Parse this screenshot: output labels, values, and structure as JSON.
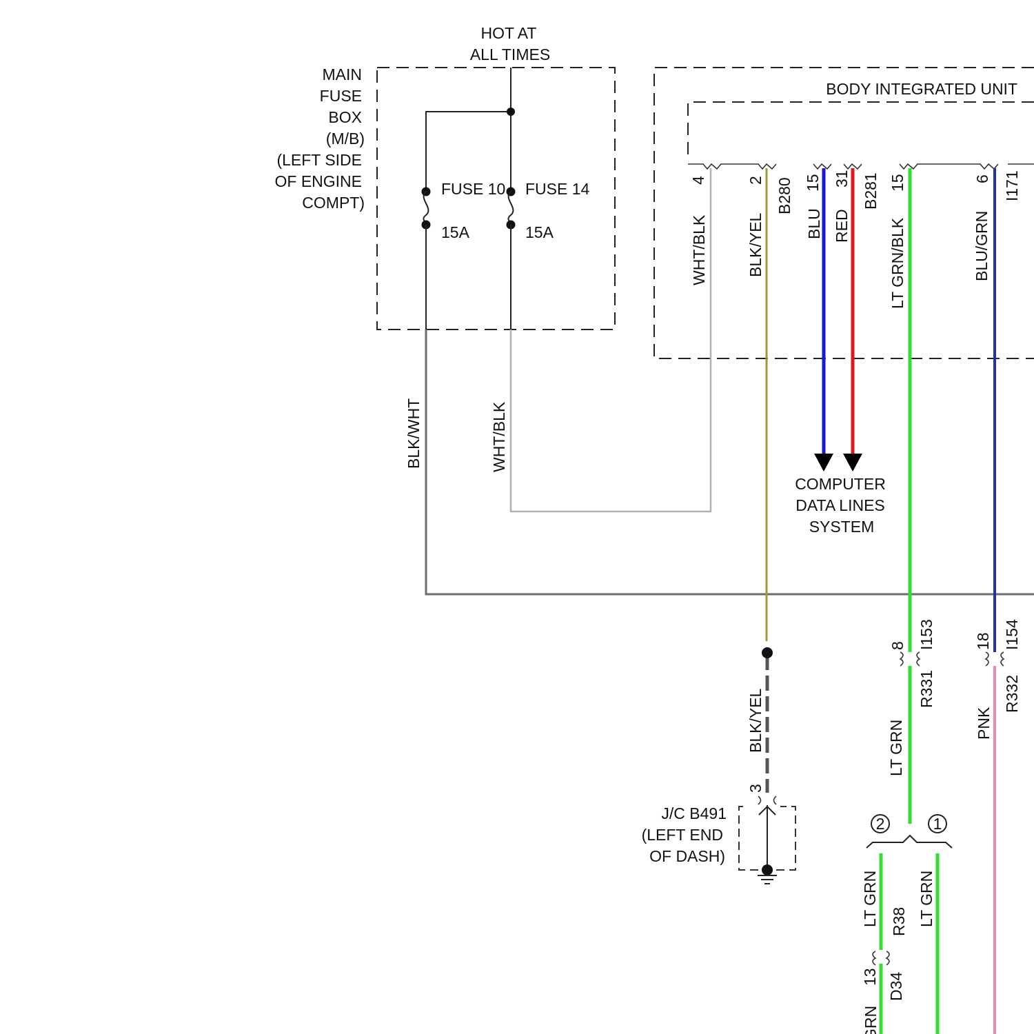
{
  "header": {
    "hot_line1": "HOT AT",
    "hot_line2": "ALL TIMES"
  },
  "fuse_box": {
    "label": [
      "MAIN",
      "FUSE",
      "BOX",
      "(M/B)",
      "(LEFT SIDE",
      "OF ENGINE",
      "COMPT)"
    ],
    "fuse_left": {
      "name": "FUSE 10",
      "rating": "15A"
    },
    "fuse_right": {
      "name": "FUSE 14",
      "rating": "15A"
    }
  },
  "body_unit": {
    "title": "BODY INTEGRATED UNIT"
  },
  "pins": {
    "p4": "4",
    "p2": "2",
    "b280": "B280",
    "p15a": "15",
    "p31": "31",
    "b281": "B281",
    "p15b": "15",
    "p6": "6",
    "i171": "I171"
  },
  "wires": {
    "blk_wht": "BLK/WHT",
    "wht_blk_fuse": "WHT/BLK",
    "wht_blk_unit": "WHT/BLK",
    "blk_yel_top": "BLK/YEL",
    "blu": "BLU",
    "red": "RED",
    "lt_grn_blk": "LT GRN/BLK",
    "blu_grn": "BLU/GRN",
    "blk_yel_bottom": "BLK/YEL",
    "lt_grn_main": "LT GRN",
    "pnk": "PNK",
    "lt_grn_left": "LT GRN",
    "lt_grn_right": "LT GRN",
    "grn_cut": "GRN"
  },
  "computer_data": [
    "COMPUTER",
    "DATA LINES",
    "SYSTEM"
  ],
  "connectors": {
    "c8": "8",
    "i153": "I153",
    "r331": "R331",
    "c18": "18",
    "i154": "I154",
    "r332": "R332",
    "c3": "3",
    "r38": "R38",
    "c13": "13",
    "d34": "D34"
  },
  "junction": {
    "line1": "J/C B491",
    "line2": "(LEFT END",
    "line3": "OF DASH)"
  },
  "branches": {
    "two": "2",
    "one": "1"
  },
  "colors": {
    "gray_wire": "#6e6e6e",
    "light_gray_wire": "#bcbcbc",
    "olive_wire": "#9a9a3c",
    "blue_wire": "#1a1acc",
    "red_wire": "#e01a1a",
    "green_wire": "#33dd33",
    "navy_wire": "#2233aa",
    "pink_wire": "#ee88aa"
  }
}
